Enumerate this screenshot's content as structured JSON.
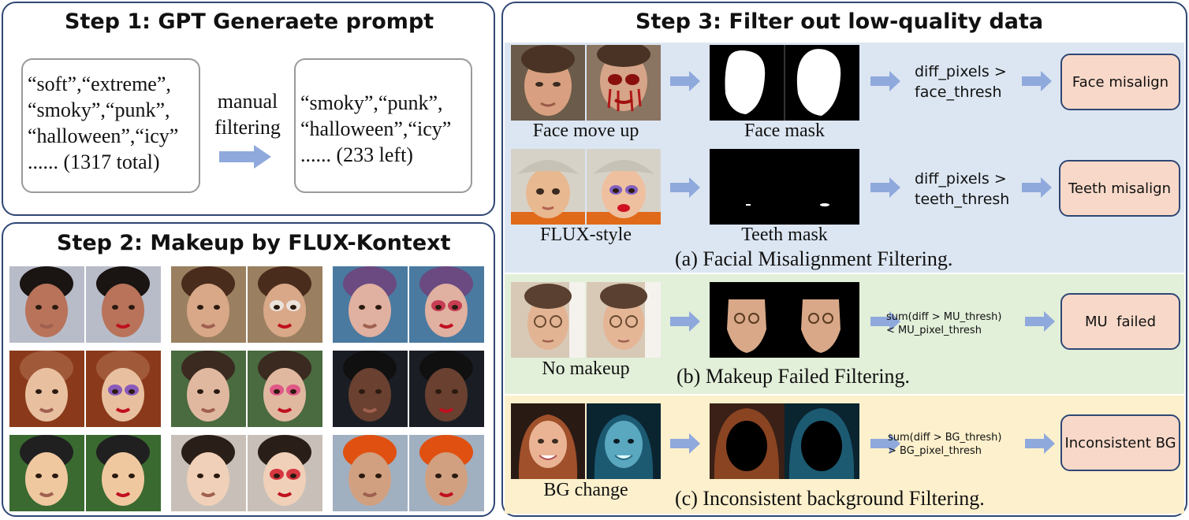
{
  "step1": {
    "title": "Step 1: GPT Generaete prompt",
    "left_box": [
      "“soft”,“extreme”,",
      "“smoky”,“punk”,",
      "“halloween”,“icy”",
      "...... (1317 total)"
    ],
    "arrow_label": [
      "manual",
      "filtering"
    ],
    "right_box": [
      "“smoky”,“punk”,",
      "“halloween”,“icy”",
      "...... (233 left)"
    ]
  },
  "step2": {
    "title": "Step 2: Makeup by FLUX-Kontext"
  },
  "step3": {
    "title": "Step 3: Filter out low-quality data",
    "rows": [
      {
        "caption": "Face move up",
        "mask_caption": "Face mask",
        "condition": [
          "diff_pixels >",
          "face_thresh"
        ],
        "result": "Face misalign"
      },
      {
        "caption": "FLUX-style",
        "mask_caption": "Teeth mask",
        "condition": [
          "diff_pixels >",
          "teeth_thresh"
        ],
        "result": "Teeth misalign"
      },
      {
        "caption": "No makeup",
        "mask_caption": "",
        "condition": [
          "sum(diff > MU_thresh)",
          "< MU_pixel_thresh"
        ],
        "result": "MU  failed"
      },
      {
        "caption": "BG change",
        "mask_caption": "",
        "condition": [
          "sum(diff > BG_thresh)",
          "> BG_pixel_thresh"
        ],
        "result": "Inconsistent BG"
      }
    ],
    "section_captions": [
      "(a) Facial Misalignment Filtering.",
      "(b) Makeup Failed Filtering.",
      "(c) Inconsistent background Filtering."
    ]
  },
  "colors": {
    "panel_border": "#2f4774",
    "arrow": "#8fa9dc",
    "band_a": "#dce6f2",
    "band_b": "#e2efd9",
    "band_c": "#fdf0cc",
    "result_fill": "#f8d9c9"
  }
}
